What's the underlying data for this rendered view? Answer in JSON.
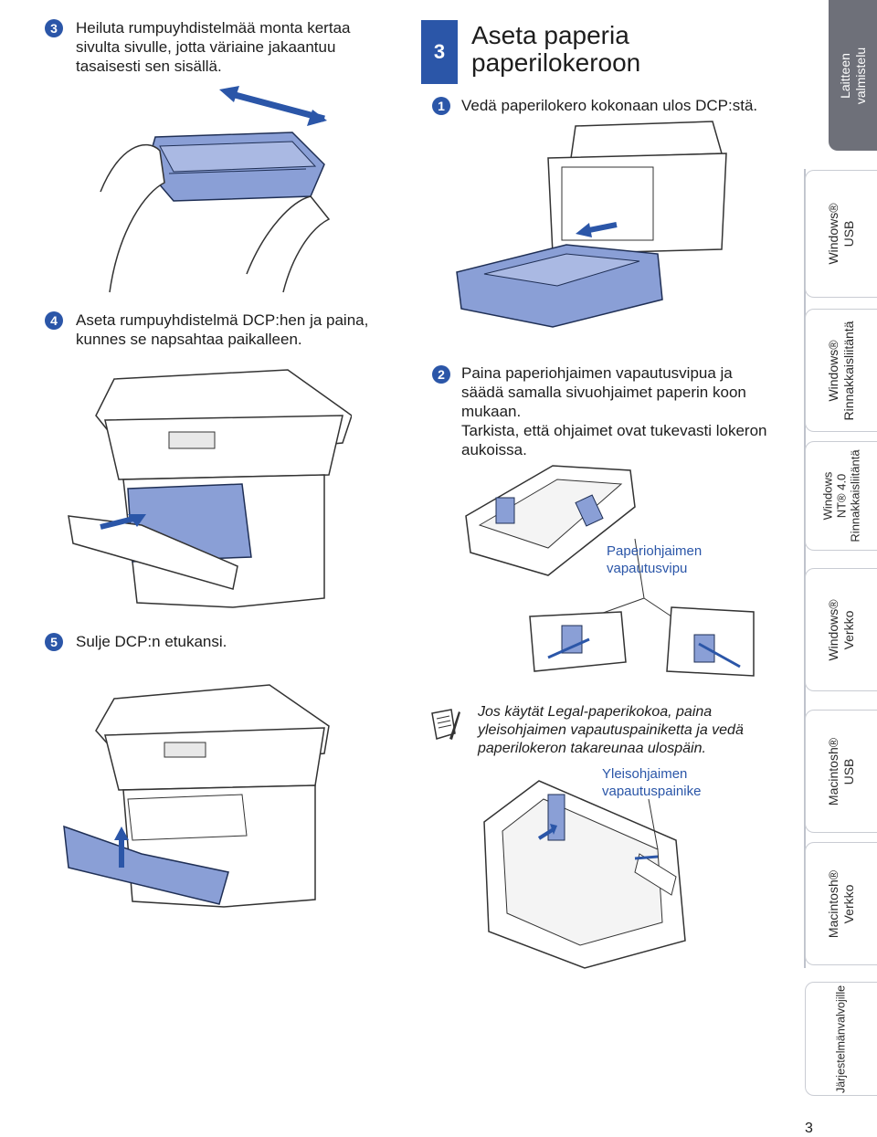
{
  "steps": {
    "s3": {
      "num": "3",
      "lines": [
        "Heiluta rumpuyhdistelmää monta kertaa",
        "sivulta sivulle, jotta väriaine jakaantuu",
        "tasaisesti sen sisällä."
      ]
    },
    "s4": {
      "num": "4",
      "lines": [
        "Aseta rumpuyhdistelmä DCP:hen ja paina,",
        "kunnes se napsahtaa paikalleen."
      ]
    },
    "s5": {
      "num": "5",
      "lines": [
        "Sulje DCP:n etukansi."
      ]
    }
  },
  "section": {
    "num": "3",
    "title_lines": [
      "Aseta paperia",
      "paperilokeroon"
    ]
  },
  "right_steps": {
    "s1": {
      "num": "1",
      "lines": [
        "Vedä paperilokero kokonaan ulos DCP:stä."
      ]
    },
    "s2": {
      "num": "2",
      "lines": [
        "Paina paperiohjaimen vapautusvipua ja",
        "säädä samalla sivuohjaimet paperin koon",
        "mukaan.",
        "Tarkista, että ohjaimet ovat tukevasti lokeron",
        "aukoissa."
      ]
    }
  },
  "callouts": {
    "release_lever": [
      "Paperiohjaimen",
      "vapautusvipu"
    ],
    "universal_guide": [
      "Yleisohjaimen",
      "vapautuspainike"
    ]
  },
  "note": {
    "icon": "note-pencil-icon",
    "lines": [
      "Jos käytät Legal-paperikokoa, paina",
      "yleisohjaimen vapautuspainiketta ja vedä",
      "paperilokeron takareunaa ulospäin."
    ]
  },
  "sidebar": {
    "active_tab": [
      "Laitteen",
      "valmistelu"
    ],
    "tabs": [
      {
        "lines": [
          "Windows®",
          "USB"
        ]
      },
      {
        "lines": [
          "Windows®",
          "Rinnakkaisliitäntä"
        ]
      },
      {
        "lines": [
          "Windows",
          "NT® 4.0",
          "Rinnakkaisliitäntä"
        ]
      },
      {
        "lines": [
          "Windows®",
          "Verkko"
        ]
      },
      {
        "lines": [
          "Macintosh®",
          "USB"
        ]
      },
      {
        "lines": [
          "Macintosh®",
          "Verkko"
        ]
      },
      {
        "lines": [
          "Järjestelmänvalvojille"
        ]
      }
    ]
  },
  "page_number": "3",
  "colors": {
    "accent": "#2b56a8",
    "illustration_fill": "#8a9fd6",
    "tab_active": "#6e7079"
  }
}
